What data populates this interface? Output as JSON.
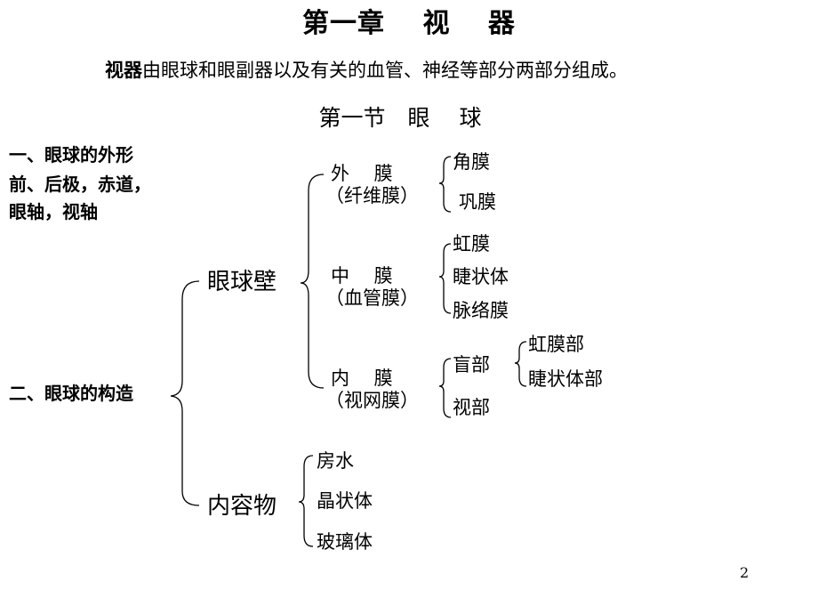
{
  "title": "第一章　 视　 器",
  "intro": {
    "bold": "视器",
    "rest": "由眼球和眼副器以及有关的血管、神经等部分两部分组成。"
  },
  "section_title": "第一节　眼　 球",
  "outline": {
    "shape_heading": "一、眼球的外形",
    "shape_line2": "前、后极，赤道，",
    "shape_line3": "眼轴，视轴",
    "structure_heading": "二、眼球的构造"
  },
  "tree": {
    "wall": "眼球壁",
    "contents": "内容物",
    "outer": {
      "name": "外　 膜",
      "alias": "（纤维膜）",
      "items": [
        "角膜",
        "巩膜"
      ]
    },
    "middle": {
      "name": "中　 膜",
      "alias": "（血管膜）",
      "items": [
        "虹膜",
        "睫状体",
        "脉络膜"
      ]
    },
    "inner": {
      "name": "内　 膜",
      "alias": "（视网膜）",
      "blind": "盲部",
      "blind_items": [
        "虹膜部",
        "睫状体部"
      ],
      "optic": "视部"
    },
    "contents_items": [
      "房水",
      "晶状体",
      "玻璃体"
    ]
  },
  "page_number": "2"
}
